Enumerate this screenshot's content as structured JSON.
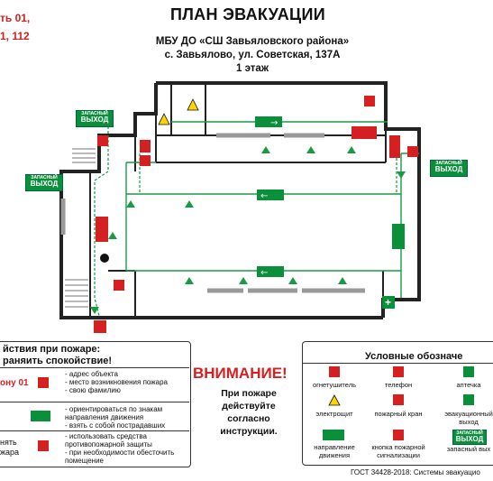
{
  "header": {
    "call_line1": "ть 01,",
    "call_line2": "1, 112",
    "title": "ПЛАН ЭВАКУАЦИИ",
    "org": "МБУ ДО «СШ Завьяловского района»",
    "address": "с. Завьялово, ул. Советская, 137А",
    "floor": "1 этаж"
  },
  "exit_signs": {
    "top_small": "ЗАПАСНЫЙ",
    "word": "ВЫХОД"
  },
  "actions": {
    "title": "йствия при пожаре:",
    "subtitle": "раняить спокойствие!",
    "row1_left": "ону 01",
    "row1_items": [
      "- адрес объекта",
      "- место возникновения пожара",
      "- свою фамилию"
    ],
    "row2_items": [
      "- ориентироваться по знакам",
      "направления движения",
      "- взять с собой пострадавших"
    ],
    "row3_left_1": "нять",
    "row3_left_2": "жара",
    "row3_items": [
      "- использовать средства",
      "противопожарной защиты",
      "- при необходимости обесточить",
      "помещение"
    ]
  },
  "warning": {
    "title": "ВНИМАНИЕ!",
    "lines": [
      "При пожаре",
      "действуйте",
      "согласно",
      "инструкции."
    ]
  },
  "legend": {
    "title": "Условные обозначе",
    "items": [
      {
        "label": "огнетушитель",
        "icon": "extinguisher-icon"
      },
      {
        "label": "телефон",
        "icon": "phone-icon"
      },
      {
        "label": "аптечка",
        "icon": "first-aid-icon"
      },
      {
        "label": "электрощит",
        "icon": "electric-hazard-icon"
      },
      {
        "label": "пожарный кран",
        "icon": "fire-hose-icon"
      },
      {
        "label": "эвакуационный выход",
        "icon": "evac-exit-icon"
      },
      {
        "label": "направление движения",
        "icon": "direction-arrow-icon"
      },
      {
        "label": "кнопка пожарной сигнализации",
        "icon": "alarm-button-icon"
      },
      {
        "label": "запасный вых",
        "icon": "spare-exit-icon"
      }
    ]
  },
  "footer": {
    "gost": "ГОСТ 34428-2018: Системы эвакуацио"
  },
  "colors": {
    "red": "#d42020",
    "green": "#0a8f3a",
    "wall": "#222222",
    "route": "#1a9a44"
  }
}
